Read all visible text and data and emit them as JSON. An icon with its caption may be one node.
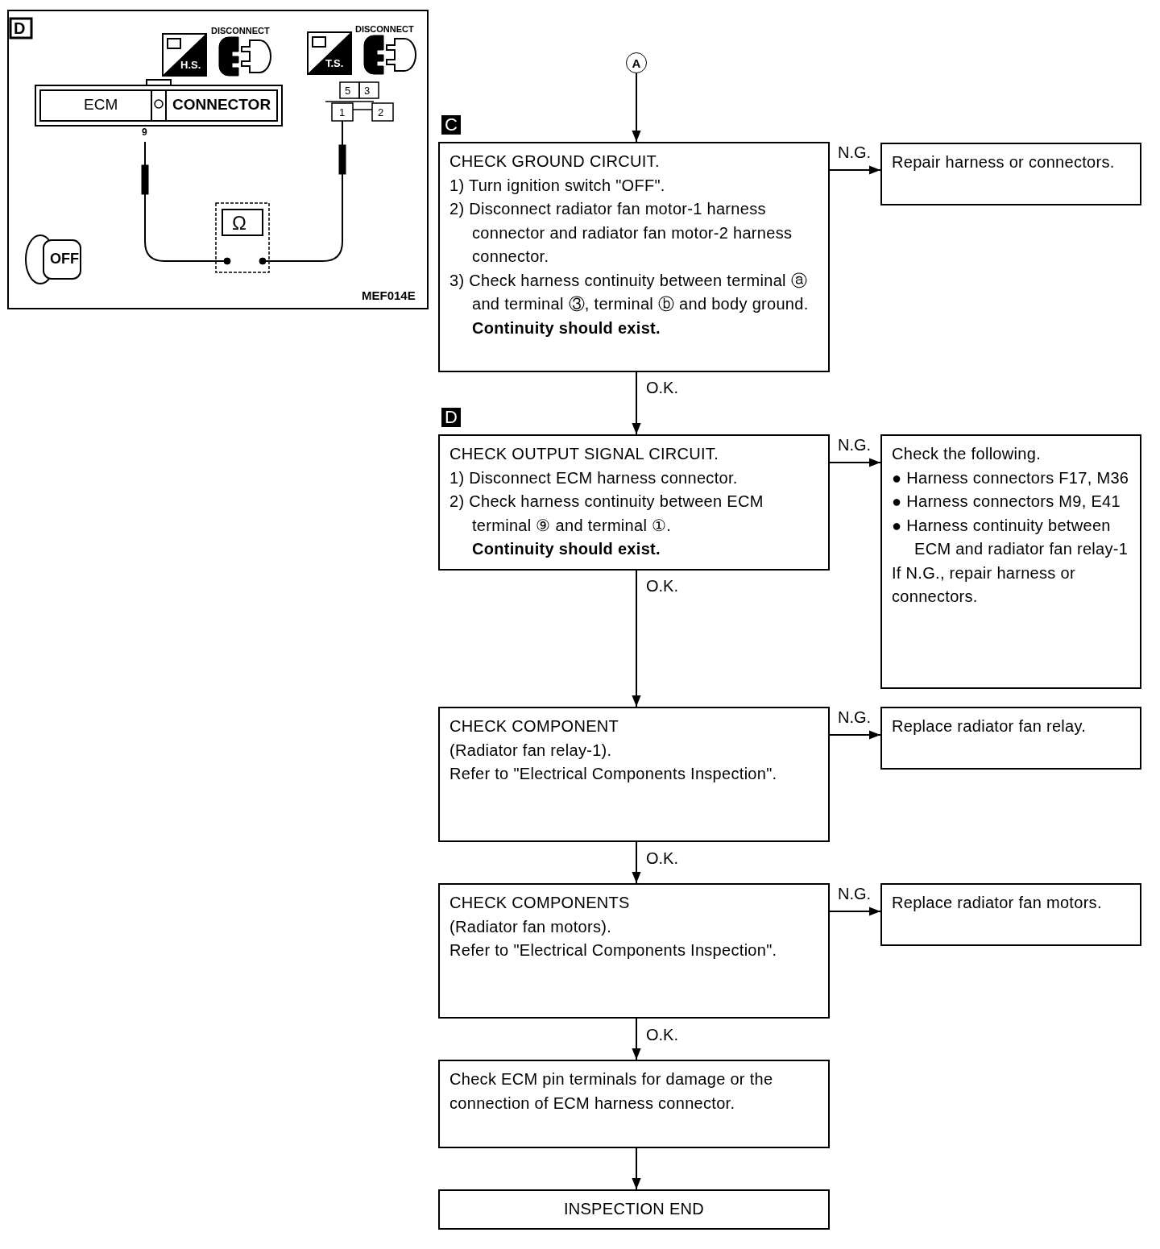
{
  "diagram": {
    "nodes": [
      {
        "text": [
          "A"
        ]
      },
      {
        "text": [
          "CHECK GROUND CIRCUIT.",
          "1) Turn ignition switch \"OFF\".",
          "2) Disconnect radiator fan motor-1 harness connector and radiator fan motor-2 harness connector.",
          "3) Check harness continuity between terminal ⓐ and terminal ③, terminal ⓑ and body ground.",
          "Continuity should exist."
        ],
        "beside": [
          "C"
        ]
      },
      {
        "text": [
          "Repair harness or connectors."
        ]
      },
      {
        "text": [
          "CHECK OUTPUT SIGNAL CIRCUIT.",
          "1) Disconnect ECM harness connector.",
          "2) Check harness continuity between ECM terminal ⑨ and terminal ①.",
          "Continuity should exist."
        ],
        "beside": [
          "D"
        ]
      },
      {
        "text": [
          "Check the following.",
          "● Harness connectors F17, M36",
          "● Harness connectors M9, E41",
          "● Harness continuity between ECM and radiator fan relay-1",
          "If N.G., repair harness or connectors."
        ]
      },
      {
        "text": [
          "CHECK COMPONENT",
          "(Radiator fan relay-1).",
          "Refer to \"Electrical Components Inspection\"."
        ]
      },
      {
        "text": [
          "Replace radiator fan relay."
        ]
      },
      {
        "text": [
          "CHECK COMPONENTS",
          "(Radiator fan motors).",
          "Refer to \"Electrical Components Inspection\"."
        ]
      },
      {
        "text": [
          "Replace radiator fan motors."
        ]
      },
      {
        "text": [
          "Check ECM pin terminals for damage or the connection of ECM harness connector."
        ]
      },
      {
        "text": [
          "INSPECTION END"
        ]
      }
    ],
    "edges": [
      {
        "from": 0,
        "to": 1,
        "arrow": "to"
      },
      {
        "from": 1,
        "to": 2,
        "arrow": "to",
        "label": "N.G."
      },
      {
        "from": 1,
        "to": 3,
        "arrow": "to",
        "label": "O.K."
      },
      {
        "from": 3,
        "to": 4,
        "arrow": "to",
        "label": "N.G."
      },
      {
        "from": 3,
        "to": 5,
        "arrow": "to",
        "label": "O.K."
      },
      {
        "from": 5,
        "to": 6,
        "arrow": "to",
        "label": "N.G."
      },
      {
        "from": 5,
        "to": 7,
        "arrow": "to",
        "label": "O.K."
      },
      {
        "from": 7,
        "to": 8,
        "arrow": "to",
        "label": "N.G."
      },
      {
        "from": 7,
        "to": 9,
        "arrow": "to",
        "label": "O.K."
      },
      {
        "from": 9,
        "to": 10,
        "arrow": "to"
      }
    ],
    "labels": [
      "D",
      "DISCONNECT",
      "DISCONNECT",
      "H.S.",
      "T.S.",
      "5",
      "3",
      "ECM",
      "CONNECTOR",
      "1",
      "2",
      "9",
      "Ω",
      "OFF",
      "MEF014E"
    ]
  }
}
